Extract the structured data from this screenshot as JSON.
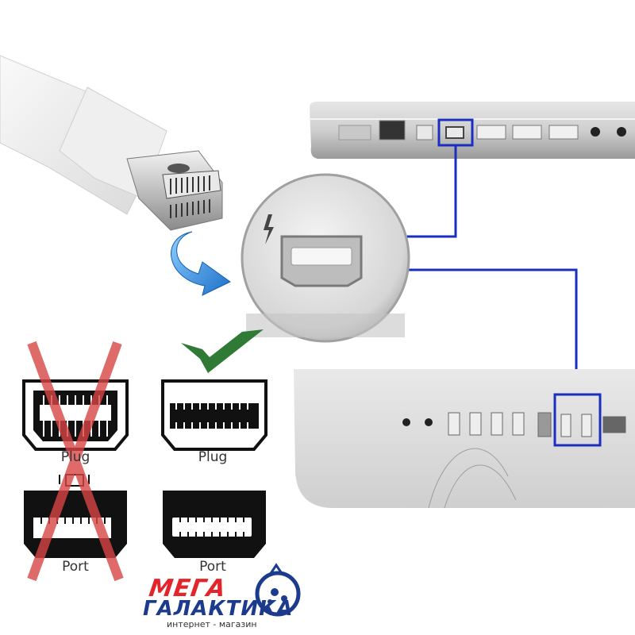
{
  "connectors": {
    "plug_bad_label": "Plug",
    "plug_good_label": "Plug",
    "port_bad_label": "Port",
    "port_good_label": "Port"
  },
  "brand": {
    "line1": "МЕГА",
    "line2": "ГАЛАКТИКА",
    "tagline": "интернет - магазин"
  },
  "colors": {
    "highlight": "#1a2fc0",
    "check": "#2f7a34",
    "cross": "#d84545",
    "arrow": "#2d8ee0"
  }
}
